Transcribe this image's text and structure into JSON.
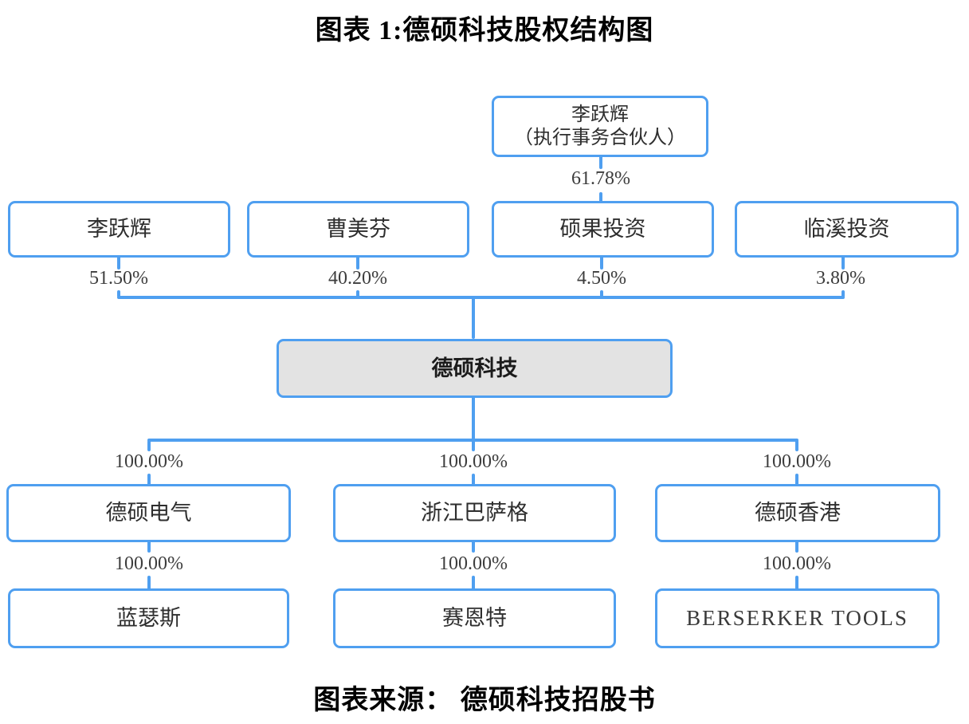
{
  "header": {
    "title": "图表 1:德硕科技股权结构图"
  },
  "footer": {
    "source": "图表来源： 德硕科技招股书"
  },
  "diagram": {
    "top_node": {
      "line1": "李跃辉",
      "line2": "（执行事务合伙人）",
      "pct_in_shuoguo": "61.78%"
    },
    "shareholders": [
      {
        "name": "李跃辉",
        "pct": "51.50%"
      },
      {
        "name": "曹美芬",
        "pct": "40.20%"
      },
      {
        "name": "硕果投资",
        "pct": "4.50%"
      },
      {
        "name": "临溪投资",
        "pct": "3.80%"
      }
    ],
    "company": {
      "name": "德硕科技"
    },
    "subsidiaries": [
      {
        "name": "德硕电气",
        "pct": "100.00%",
        "child": "蓝瑟斯",
        "child_pct": "100.00%"
      },
      {
        "name": "浙江巴萨格",
        "pct": "100.00%",
        "child": "赛恩特",
        "child_pct": "100.00%"
      },
      {
        "name": "德硕香港",
        "pct": "100.00%",
        "child": "BERSERKER TOOLS",
        "child_pct": "100.00%"
      }
    ],
    "colors": {
      "connector_blue": "#4f9ff0",
      "box_border": "#4f9ff0",
      "company_fill": "#e3e3e3",
      "pct_text": "#3d3d3d",
      "title_text": "#000000"
    }
  }
}
